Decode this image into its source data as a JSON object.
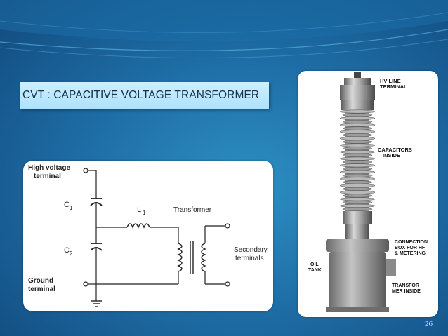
{
  "slide": {
    "title": "CVT : CAPACITIVE VOLTAGE TRANSFORMER",
    "page_number": "26"
  },
  "circuit": {
    "label_high_voltage_1": "High voltage",
    "label_high_voltage_2": "terminal",
    "label_c1": "C",
    "label_c1_sub": "1",
    "label_c2": "C",
    "label_c2_sub": "2",
    "label_l1": "L",
    "label_l1_sub": "1",
    "label_transformer": "Transformer",
    "label_secondary_1": "Secondary",
    "label_secondary_2": "terminals",
    "label_ground_1": "Ground",
    "label_ground_2": "terminal"
  },
  "photo": {
    "label_hv_1": "HV LINE",
    "label_hv_2": "TERMINAL",
    "label_cap_1": "CAPACITORS",
    "label_cap_2": "INSIDE",
    "label_conn_1": "CONNECTION",
    "label_conn_2": "BOX FOR HF",
    "label_conn_3": "& METERING",
    "label_oil_1": "OIL",
    "label_oil_2": "TANK",
    "label_trans_1": "TRANSFOR",
    "label_trans_2": "MER INSIDE"
  }
}
